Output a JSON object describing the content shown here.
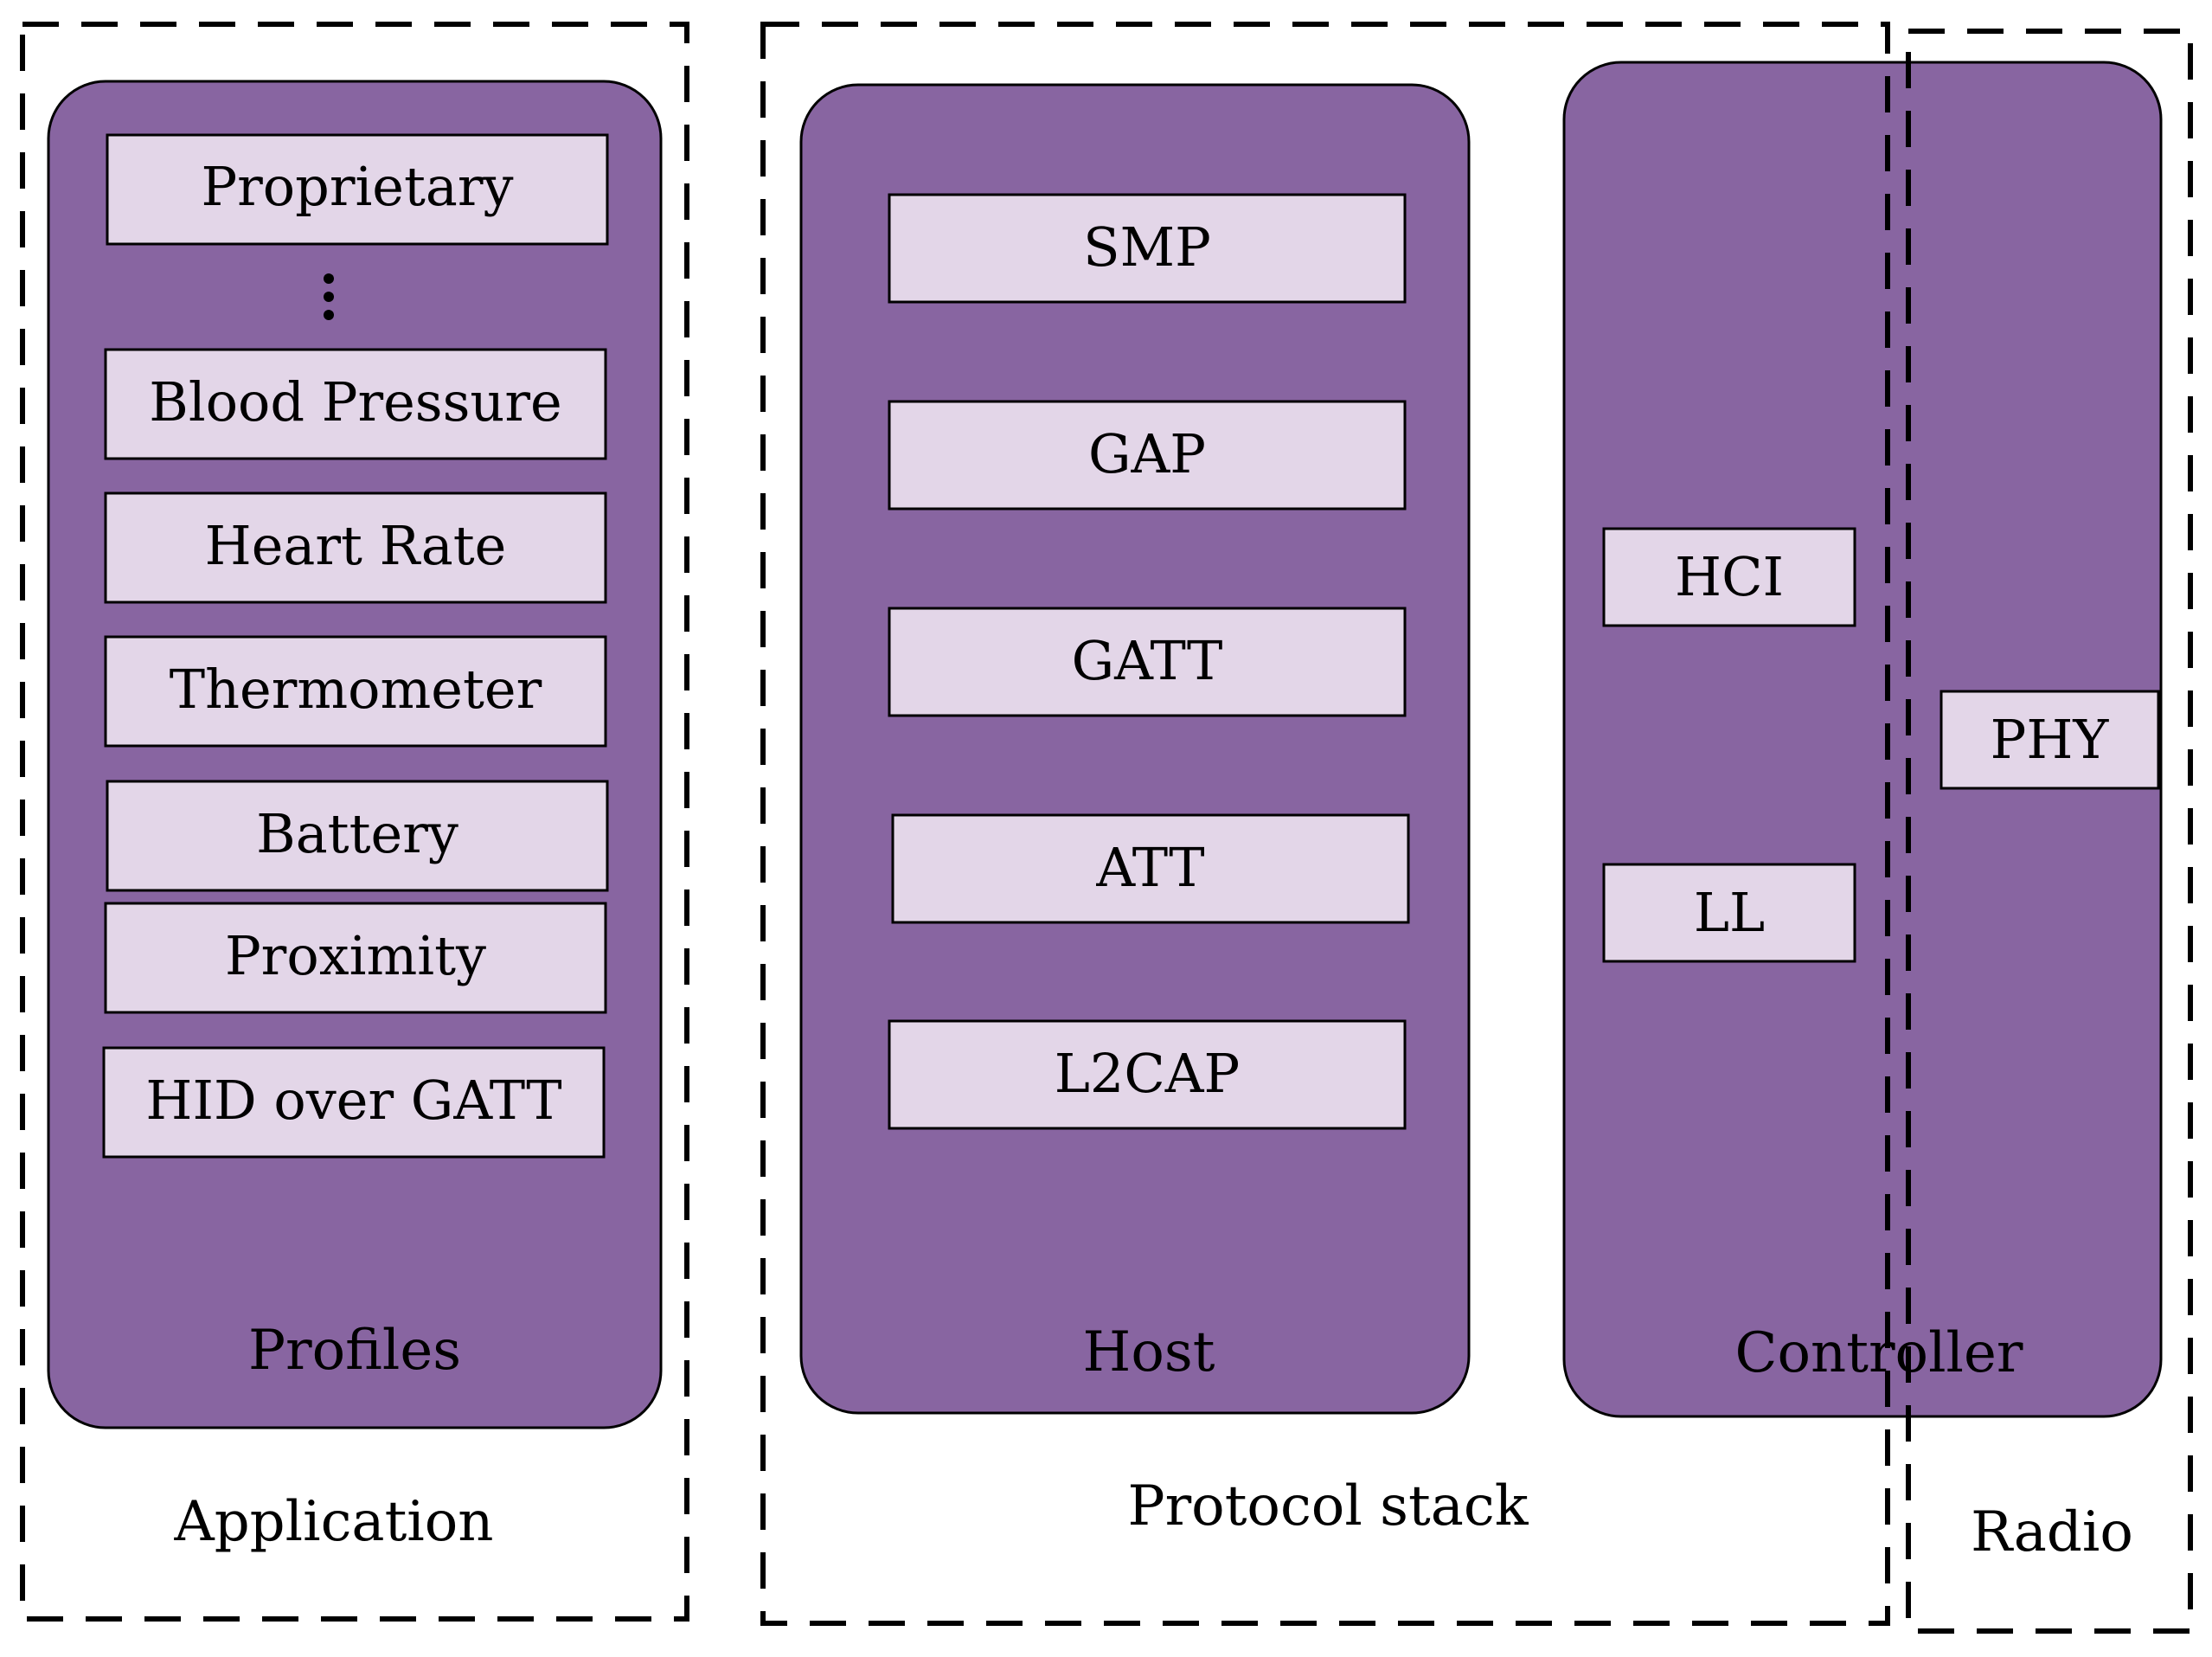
{
  "colors": {
    "panel": "#8865a1",
    "box": "#e3d6e8",
    "text": "#000000"
  },
  "regions": {
    "application": "Application",
    "protocol_stack": "Protocol stack",
    "radio": "Radio"
  },
  "panels": {
    "profiles": {
      "label": "Profiles",
      "items": [
        "Proprietary",
        "Blood Pressure",
        "Heart Rate",
        "Thermometer",
        "Battery",
        "Proximity",
        "HID over GATT"
      ]
    },
    "host": {
      "label": "Host",
      "items": [
        "SMP",
        "GAP",
        "GATT",
        "ATT",
        "L2CAP"
      ]
    },
    "controller": {
      "label": "Controller",
      "items": [
        "HCI",
        "LL",
        "PHY"
      ]
    }
  }
}
